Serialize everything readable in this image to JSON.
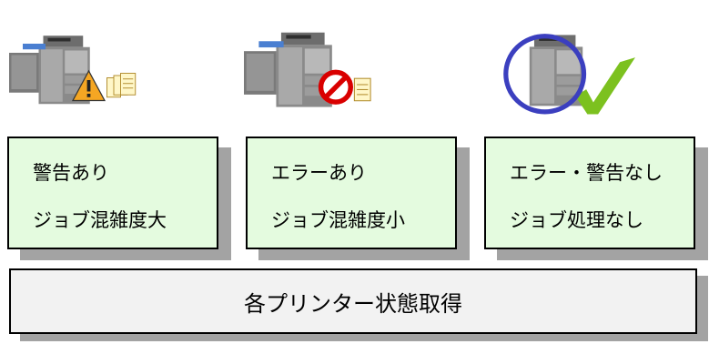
{
  "panels": [
    {
      "line1": "警告あり",
      "line2": "ジョブ混雑度大",
      "status_icon": "warning-icon",
      "jobs_icon": "multiple-documents-icon"
    },
    {
      "line1": "エラーあり",
      "line2": "ジョブ混雑度小",
      "status_icon": "error-prohibited-icon",
      "jobs_icon": "single-document-icon"
    },
    {
      "line1": "エラー・警告なし",
      "line2": "ジョブ処理なし",
      "status_icon": "check-mark-icon",
      "highlight": "circle-highlight"
    }
  ],
  "bottom": {
    "label": "各プリンター状態取得"
  },
  "colors": {
    "box_fill": "#e4fbdf",
    "bottom_fill": "#f2f2f2",
    "shadow": "#a3a3a3",
    "highlight_circle": "#3b3fbf",
    "warning": "#f5a623",
    "error": "#d90000",
    "check": "#7cc11f"
  }
}
